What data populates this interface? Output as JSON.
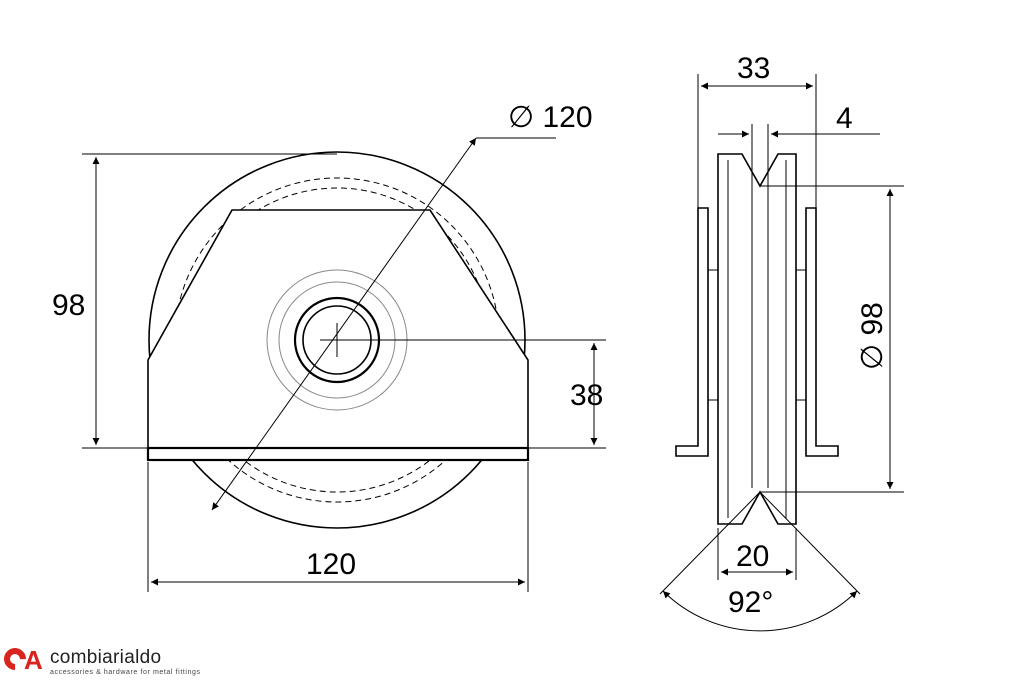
{
  "front_view": {
    "dim_diameter": "∅ 120",
    "dim_height": "98",
    "dim_axis_height": "38",
    "dim_width": "120"
  },
  "side_view": {
    "dim_width": "33",
    "dim_groove_top": "4",
    "dim_diameter": "∅ 98",
    "dim_groove_bottom": "20",
    "dim_angle": "92°"
  },
  "brand": {
    "name": "combiarialdo",
    "tagline": "accessories & hardware for metal fittings",
    "color": "#d9231d"
  }
}
